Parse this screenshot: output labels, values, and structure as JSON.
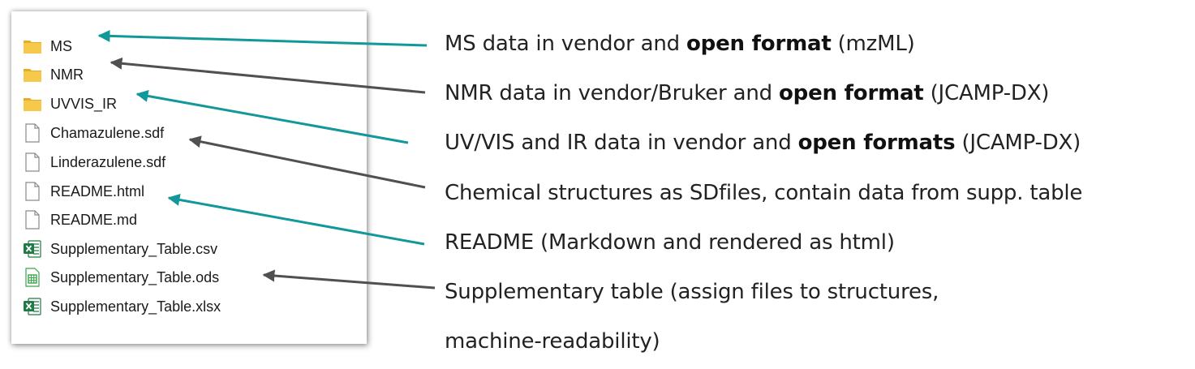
{
  "colors": {
    "teal_arrow": "#12989a",
    "gray_arrow": "#505050",
    "folder": "#f3c13a",
    "excel_green": "#1f7a45",
    "ods_green": "#3ea54a"
  },
  "files": [
    {
      "name": "MS",
      "icon": "folder-icon"
    },
    {
      "name": "NMR",
      "icon": "folder-icon"
    },
    {
      "name": "UVVIS_IR",
      "icon": "folder-icon"
    },
    {
      "name": "Chamazulene.sdf",
      "icon": "file-icon"
    },
    {
      "name": "Linderazulene.sdf",
      "icon": "file-icon"
    },
    {
      "name": "README.html",
      "icon": "file-icon"
    },
    {
      "name": "README.md",
      "icon": "file-icon"
    },
    {
      "name": "Supplementary_Table.csv",
      "icon": "excel-icon"
    },
    {
      "name": "Supplementary_Table.ods",
      "icon": "spreadsheet-icon"
    },
    {
      "name": "Supplementary_Table.xlsx",
      "icon": "excel-icon"
    }
  ],
  "descriptions": [
    {
      "pre": "MS data in vendor and ",
      "bold": "open format",
      "post": " (mzML)"
    },
    {
      "pre": "NMR data in vendor/Bruker and ",
      "bold": "open format",
      "post": " (JCAMP-DX)"
    },
    {
      "pre": "UV/VIS and IR data in vendor and ",
      "bold": "open formats",
      "post": " (JCAMP-DX)"
    },
    {
      "pre": "Chemical structures as SDfiles, contain data from supp. table",
      "bold": "",
      "post": ""
    },
    {
      "pre": "README (Markdown and rendered as html)",
      "bold": "",
      "post": ""
    },
    {
      "pre": "Supplementary table (assign files to structures,",
      "bold": "",
      "post": ""
    },
    {
      "pre": "machine-readability)",
      "bold": "",
      "post": ""
    }
  ]
}
